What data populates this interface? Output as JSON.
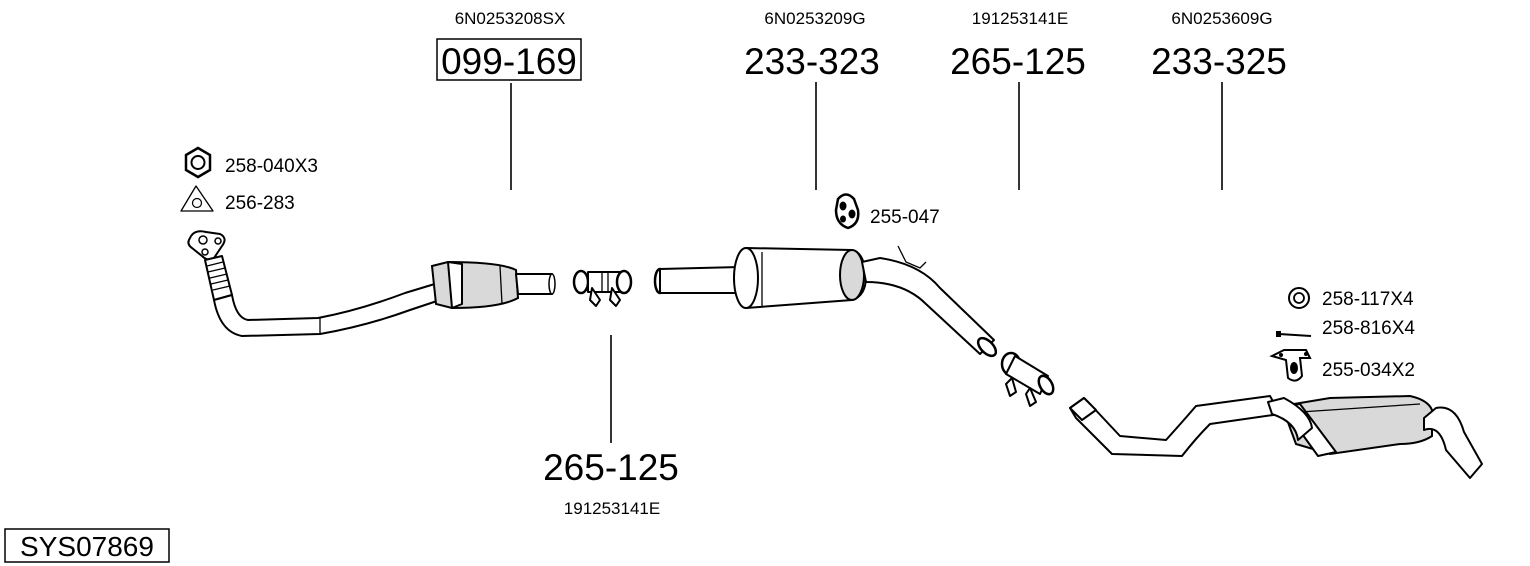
{
  "diagram": {
    "system_code": "SYS07869",
    "parts": [
      {
        "oem": "6N0253208SX",
        "number": "099-169",
        "boxed": true
      },
      {
        "oem": "6N0253209G",
        "number": "233-323"
      },
      {
        "oem": "191253141E",
        "number": "265-125"
      },
      {
        "oem": "6N0253609G",
        "number": "233-325"
      },
      {
        "oem": "191253141E",
        "number": "265-125"
      }
    ],
    "accessories": [
      {
        "label": "258-040X3",
        "icon": "hex-nut-icon"
      },
      {
        "label": "256-283",
        "icon": "gasket-icon"
      },
      {
        "label": "255-047",
        "icon": "rubber-hanger-icon"
      },
      {
        "label": "258-117X4",
        "icon": "washer-ring-icon"
      },
      {
        "label": "258-816X4",
        "icon": "bolt-icon"
      },
      {
        "label": "255-034X2",
        "icon": "bracket-hanger-icon"
      }
    ]
  }
}
